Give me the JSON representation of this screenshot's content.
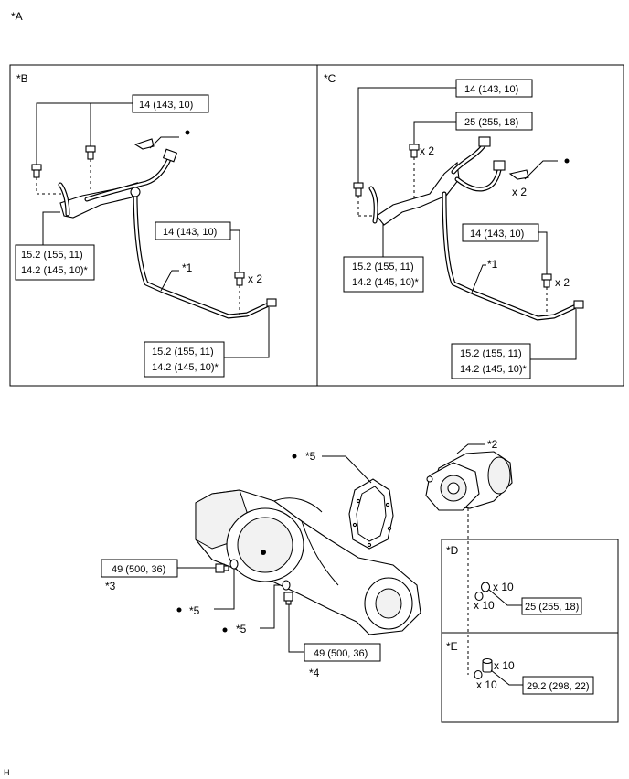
{
  "labels": {
    "A": "*A",
    "B": "*B",
    "C": "*C",
    "D": "*D",
    "E": "*E",
    "p1": "*1",
    "p2": "*2",
    "p3": "*3",
    "p4": "*4",
    "p5": "*5",
    "H": "H"
  },
  "multipliers": {
    "x2": "x 2",
    "x10": "x 10"
  },
  "torques": {
    "t14": "14 (143, 10)",
    "t25": "25 (255, 18)",
    "t152": "15.2 (155, 11)",
    "t142s": "14.2 (145, 10)*",
    "t49": "49 (500, 36)",
    "t292": "29.2 (298, 22)"
  }
}
